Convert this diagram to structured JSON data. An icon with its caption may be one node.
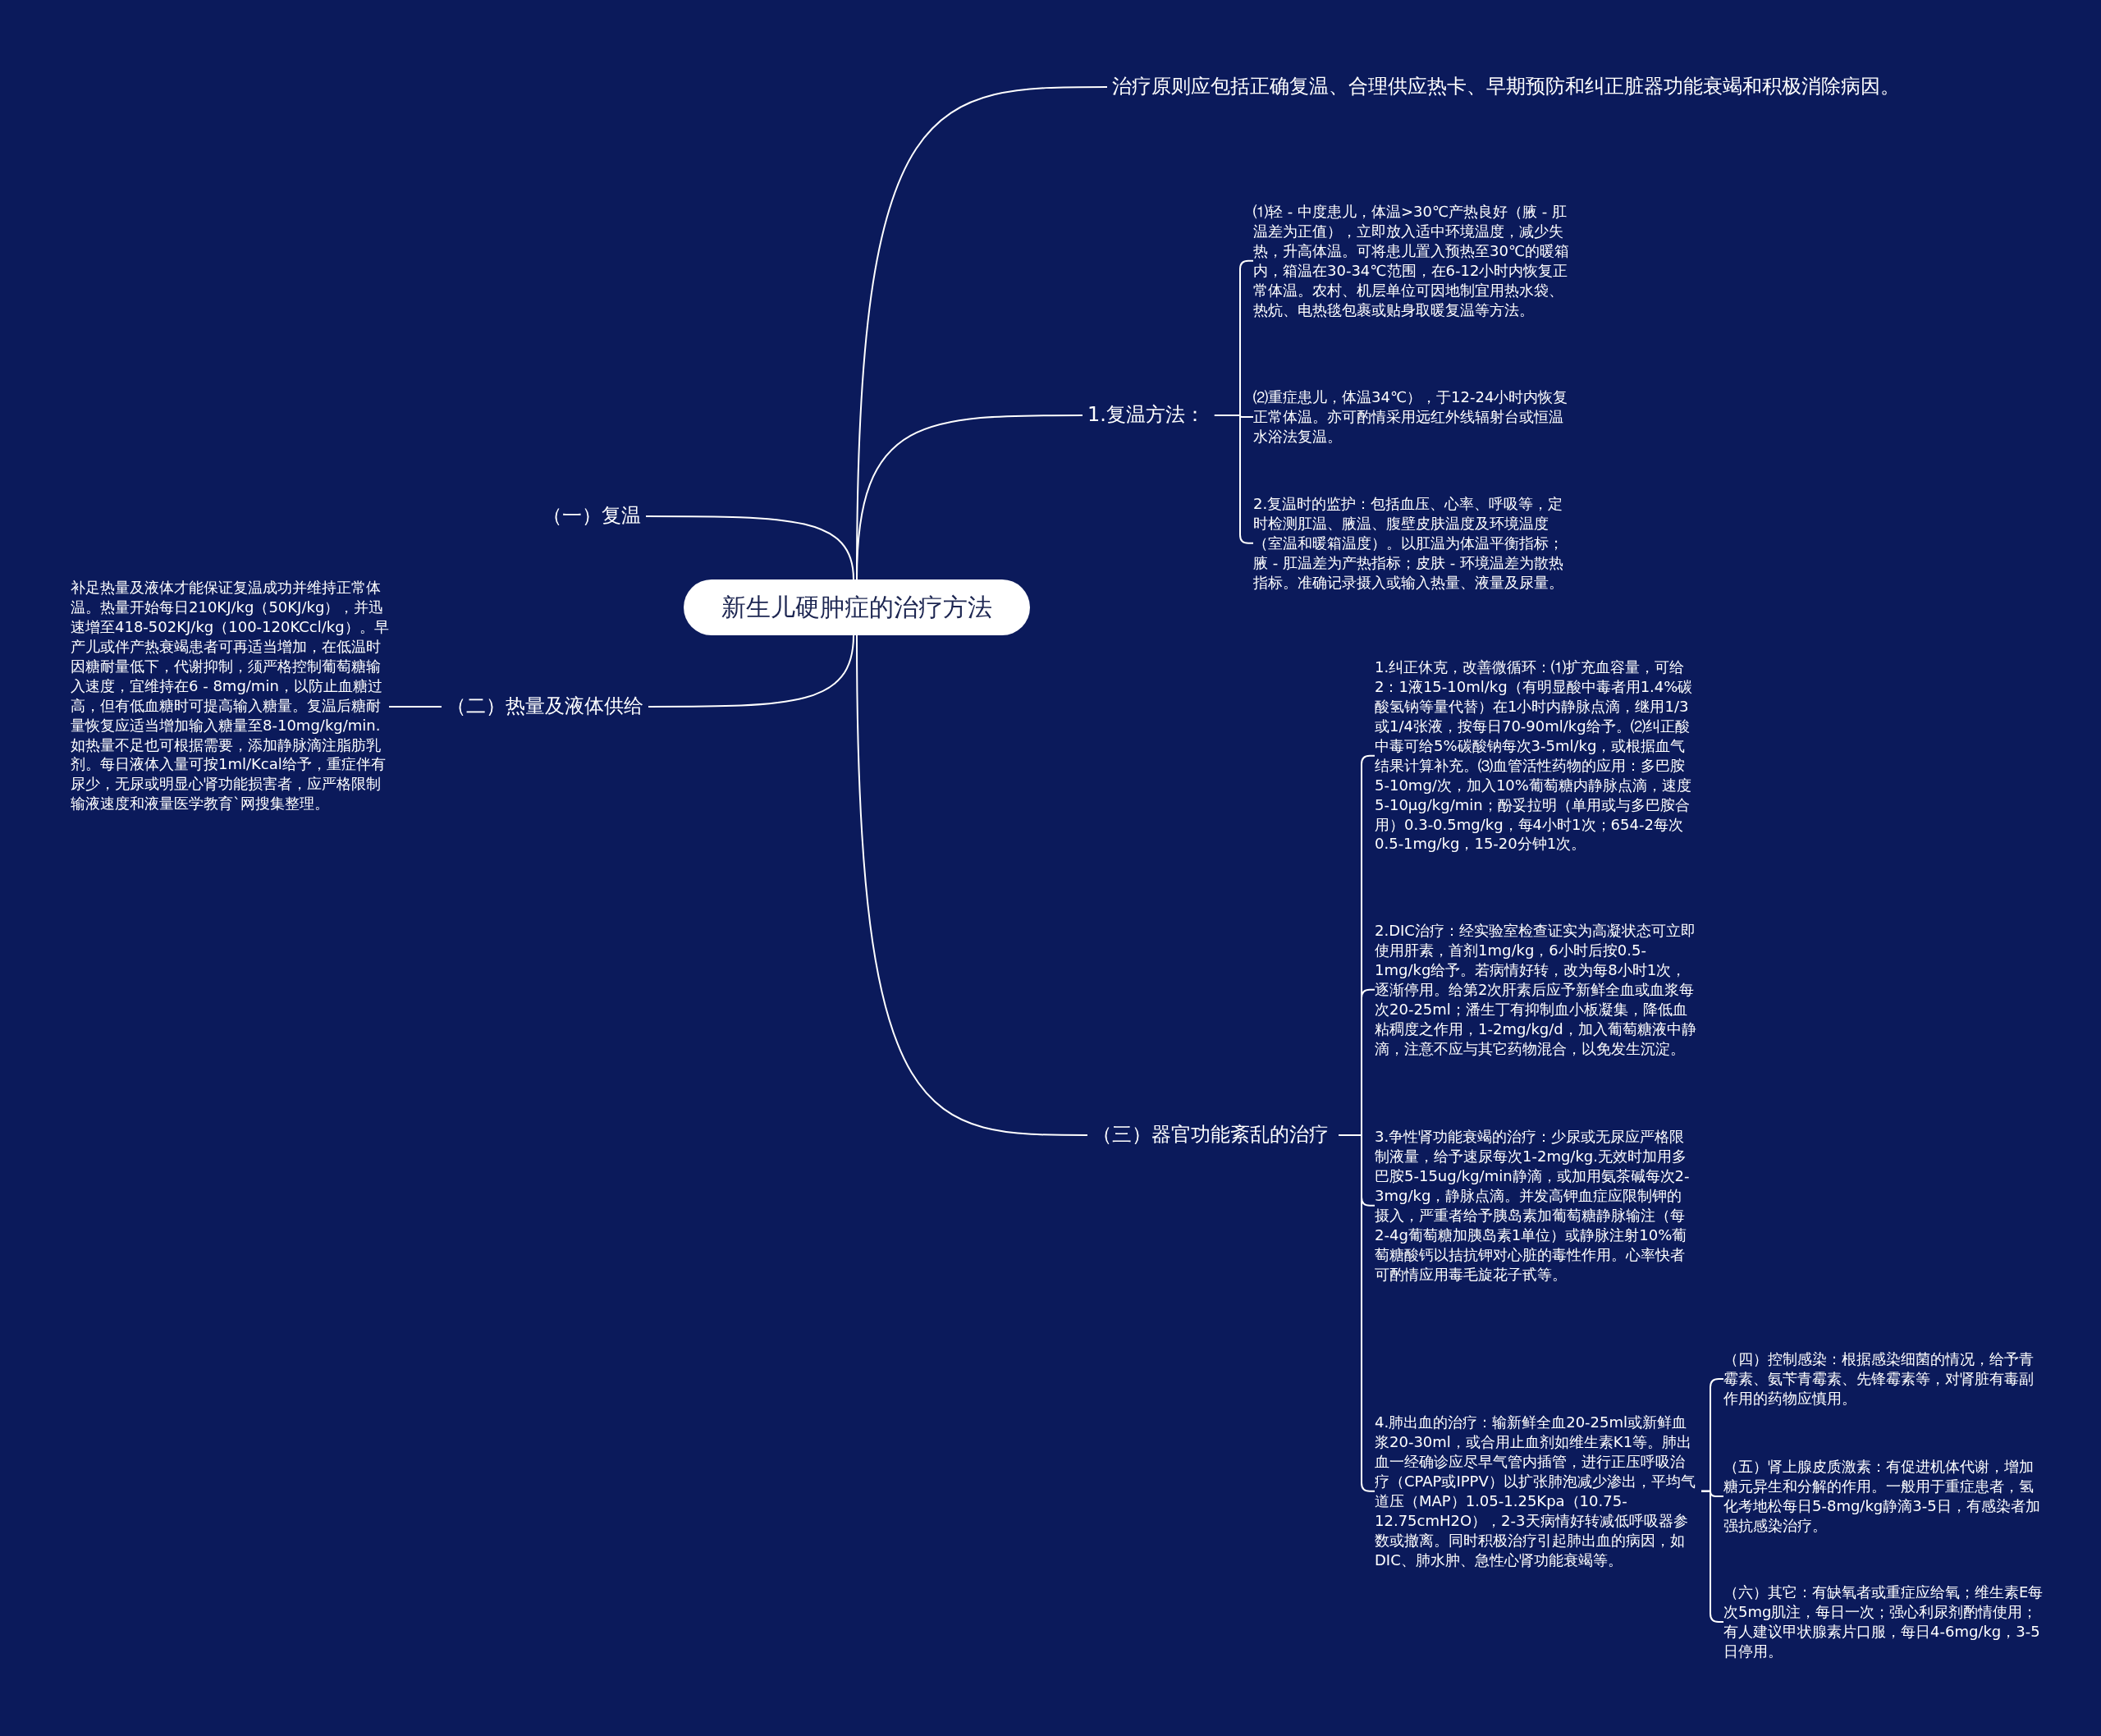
{
  "diagram": {
    "nodes": [
      {
        "text": [
          "新生儿硬肿症的治疗方法"
        ]
      },
      {
        "text": [
          "治疗原则应包括正确复温、合理供应热卡、早期预防和纠正脏器功能衰竭和积极消除病因。"
        ]
      },
      {
        "text": [
          "1.复温方法："
        ]
      },
      {
        "text": [
          "⑴轻 - 中度患儿，体温>30℃产热良好（腋 - 肛温差为正值），立即放入适中环境温度，减少失热，升高体温。可将患儿置入预热至30℃的暖箱内，箱温在30-34℃范围，在6-12小时内恢复正常体温。农村、机层单位可因地制宜用热水袋、热炕、电热毯包裹或贴身取暖复温等方法。"
        ]
      },
      {
        "text": [
          "⑵重症患儿，体温34℃），于12-24小时内恢复正常体温。亦可酌情采用远红外线辐射台或恒温水浴法复温。"
        ]
      },
      {
        "text": [
          "2.复温时的监护：包括血压、心率、呼吸等，定时检测肛温、腋温、腹壁皮肤温度及环境温度（室温和暖箱温度）。以肛温为体温平衡指标；腋 - 肛温差为产热指标；皮肤 - 环境温差为散热指标。准确记录摄入或输入热量、液量及尿量。"
        ]
      },
      {
        "text": [
          "（一）复温"
        ]
      },
      {
        "text": [
          "（二）热量及液体供给"
        ]
      },
      {
        "text": [
          "补足热量及液体才能保证复温成功并维持正常体温。热量开始每日210KJ/kg（50KJ/kg），并迅速增至418-502KJ/kg（100-120KCcl/kg）。早产儿或伴产热衰竭患者可再适当增加，在低温时因糖耐量低下，代谢抑制，须严格控制葡萄糖输入速度，宜维持在6 - 8mg/min，以防止血糖过高，但有低血糖时可提高输入糖量。复温后糖耐量恢复应适当增加输入糖量至8-10mg/kg/min.如热量不足也可根据需要，添加静脉滴注脂肪乳剂。每日液体入量可按1ml/Kcal给予，重症伴有尿少，无尿或明显心肾功能损害者，应严格限制输液速度和液量医学教育`网搜集整理。"
        ]
      },
      {
        "text": [
          "（三）器官功能紊乱的治疗"
        ]
      },
      {
        "text": [
          "1.纠正休克，改善微循环：⑴扩充血容量，可给2：1液15-10ml/kg（有明显酸中毒者用1.4%碳酸氢钠等量代替）在1小时内静脉点滴，继用1/3或1/4张液，按每日70-90ml/kg给予。⑵纠正酸中毒可给5%碳酸钠每次3-5ml/kg，或根据血气结果计算补充。⑶血管活性药物的应用：多巴胺5-10mg/次，加入10%葡萄糖内静脉点滴，速度5-10μg/kg/min；酚妥拉明（单用或与多巴胺合用）0.3-0.5mg/kg，每4小时1次；654-2每次0.5-1mg/kg，15-20分钟1次。"
        ]
      },
      {
        "text": [
          "2.DIC治疗：经实验室检查证实为高凝状态可立即使用肝素，首剂1mg/kg，6小时后按0.5-1mg/kg给予。若病情好转，改为每8小时1次，逐渐停用。给第2次肝素后应予新鲜全血或血浆每次20-25ml；潘生丁有抑制血小板凝集，降低血粘稠度之作用，1-2mg/kg/d，加入葡萄糖液中静滴，注意不应与其它药物混合，以免发生沉淀。"
        ]
      },
      {
        "text": [
          "3.争性肾功能衰竭的治疗：少尿或无尿应严格限制液量，给予速尿每次1-2mg/kg.无效时加用多巴胺5-15ug/kg/min静滴，或加用氨茶碱每次2-3mg/kg，静脉点滴。并发高钾血症应限制钾的摄入，严重者给予胰岛素加葡萄糖静脉输注（每2-4g葡萄糖加胰岛素1单位）或静脉注射10%葡萄糖酸钙以拮抗钾对心脏的毒性作用。心率快者可酌情应用毒毛旋花子甙等。"
        ]
      },
      {
        "text": [
          "4.肺出血的治疗：输新鲜全血20-25ml或新鲜血浆20-30ml，或合用止血剂如维生素K1等。肺出血一经确诊应尽早气管内插管，进行正压呼吸治疗（CPAP或IPPV）以扩张肺泡减少渗出，平均气道压（MAP）1.05-1.25Kpa（10.75-12.75cmH2O），2-3天病情好转减低呼吸器参数或撤离。同时积极治疗引起肺出血的病因，如DIC、肺水肿、急性心肾功能衰竭等。"
        ]
      },
      {
        "text": [
          "（四）控制感染：根据感染细菌的情况，给予青霉素、氨苄青霉素、先锋霉素等，对肾脏有毒副作用的药物应慎用。"
        ]
      },
      {
        "text": [
          "（五）肾上腺皮质激素：有促进机体代谢，增加糖元异生和分解的作用。一般用于重症患者，氢化考地松每日5-8mg/kg静滴3-5日，有感染者加强抗感染治疗。"
        ]
      },
      {
        "text": [
          "（六）其它：有缺氧者或重症应给氧；维生素E每次5mg肌注，每日一次；强心利尿剂酌情使用；有人建议甲状腺素片口服，每日4-6mg/kg，3-5日停用。"
        ]
      }
    ],
    "edges": [
      {
        "from": 0,
        "to": 1,
        "arrow": "none"
      },
      {
        "from": 0,
        "to": 2,
        "arrow": "none"
      },
      {
        "from": 2,
        "to": 3,
        "arrow": "none"
      },
      {
        "from": 2,
        "to": 4,
        "arrow": "none"
      },
      {
        "from": 2,
        "to": 5,
        "arrow": "none"
      },
      {
        "from": 0,
        "to": 6,
        "arrow": "none"
      },
      {
        "from": 0,
        "to": 7,
        "arrow": "none"
      },
      {
        "from": 7,
        "to": 8,
        "arrow": "none"
      },
      {
        "from": 0,
        "to": 9,
        "arrow": "none"
      },
      {
        "from": 9,
        "to": 10,
        "arrow": "none"
      },
      {
        "from": 9,
        "to": 11,
        "arrow": "none"
      },
      {
        "from": 9,
        "to": 12,
        "arrow": "none"
      },
      {
        "from": 9,
        "to": 13,
        "arrow": "none"
      },
      {
        "from": 13,
        "to": 14,
        "arrow": "none"
      },
      {
        "from": 13,
        "to": 15,
        "arrow": "none"
      },
      {
        "from": 13,
        "to": 16,
        "arrow": "none"
      }
    ]
  }
}
